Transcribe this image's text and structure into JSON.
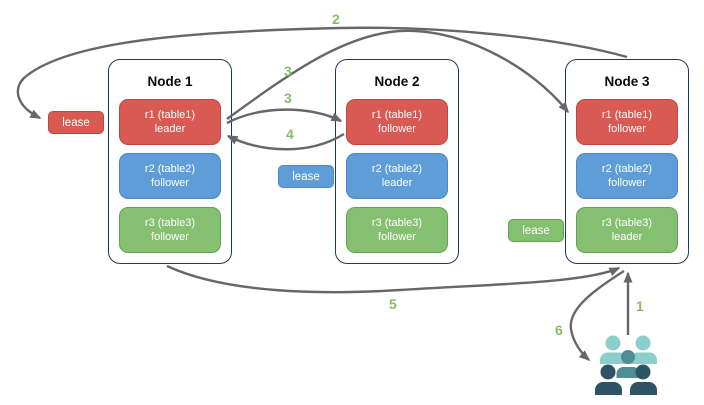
{
  "nodes": [
    {
      "title": "Node 1",
      "replicas": [
        {
          "name": "r1 (table1)",
          "role": "leader",
          "color": "#d85a52"
        },
        {
          "name": "r2 (table2)",
          "role": "follower",
          "color": "#5f9dd8"
        },
        {
          "name": "r3 (table3)",
          "role": "follower",
          "color": "#85bf70"
        }
      ]
    },
    {
      "title": "Node 2",
      "replicas": [
        {
          "name": "r1 (table1)",
          "role": "follower",
          "color": "#d85a52"
        },
        {
          "name": "r2 (table2)",
          "role": "leader",
          "color": "#5f9dd8"
        },
        {
          "name": "r3 (table3)",
          "role": "follower",
          "color": "#85bf70"
        }
      ]
    },
    {
      "title": "Node 3",
      "replicas": [
        {
          "name": "r1 (table1)",
          "role": "follower",
          "color": "#d85a52"
        },
        {
          "name": "r2 (table2)",
          "role": "follower",
          "color": "#5f9dd8"
        },
        {
          "name": "r3 (table3)",
          "role": "leader",
          "color": "#85bf70"
        }
      ]
    }
  ],
  "leases": {
    "table1": {
      "label": "lease",
      "color": "#d85a52"
    },
    "table2": {
      "label": "lease",
      "color": "#5f9dd8"
    },
    "table3": {
      "label": "lease",
      "color": "#85bf70"
    }
  },
  "steps": {
    "s1": "1",
    "s2": "2",
    "s3a": "3",
    "s3b": "3",
    "s4": "4",
    "s5": "5",
    "s6": "6"
  },
  "icons": {
    "clients": "people-group-icon"
  },
  "colors": {
    "leader_red": "#d85a52",
    "red_border": "#bf4741",
    "follower_blue": "#5f9dd8",
    "blue_border": "#4d88c4",
    "follower_green": "#85bf70",
    "green_border": "#63a452",
    "node_border": "#1f3864",
    "arrow_gray": "#65676b",
    "step_green": "#85bd66",
    "people_back": "#8ccecb",
    "people_mid": "#4e8c96",
    "people_front": "#2e5365"
  }
}
